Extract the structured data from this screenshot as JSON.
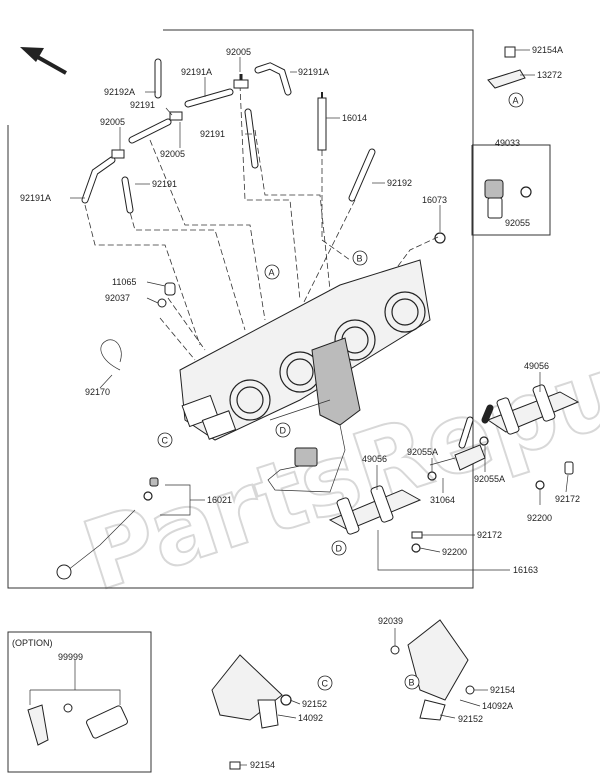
{
  "watermark": "PartsRepublik",
  "option_box": {
    "title": "(OPTION)",
    "part": "99999"
  },
  "circle_refs": {
    "A": "A",
    "B": "B",
    "C": "C",
    "D": "D"
  },
  "labels": {
    "p92005_top": "92005",
    "p92191A_top": "92191A",
    "p92192A": "92192A",
    "p92191A_mid": "92191A",
    "p92191_a": "92191",
    "p92005_left": "92005",
    "p92005_mid": "92005",
    "p92191_b": "92191",
    "p16014": "16014",
    "p92191A_left": "92191A",
    "p92191_c": "92191",
    "p92192": "92192",
    "p92154A": "92154A",
    "p13272": "13272",
    "p49033": "49033",
    "p16073": "16073",
    "p92055": "92055",
    "p11065": "11065",
    "p92037": "92037",
    "p92170": "92170",
    "p16021": "16021",
    "p49056_r": "49056",
    "p49056_l": "49056",
    "p92055A_a": "92055A",
    "p92055A_b": "92055A",
    "p31064": "31064",
    "p92172_r": "92172",
    "p92200_r": "92200",
    "p92172_l": "92172",
    "p92200_l": "92200",
    "p16163": "16163",
    "p92039": "92039",
    "p92154_r": "92154",
    "p14092A": "14092A",
    "p92152_r": "92152",
    "p92152_c": "92152",
    "p14092": "14092",
    "p92154_c": "92154"
  }
}
